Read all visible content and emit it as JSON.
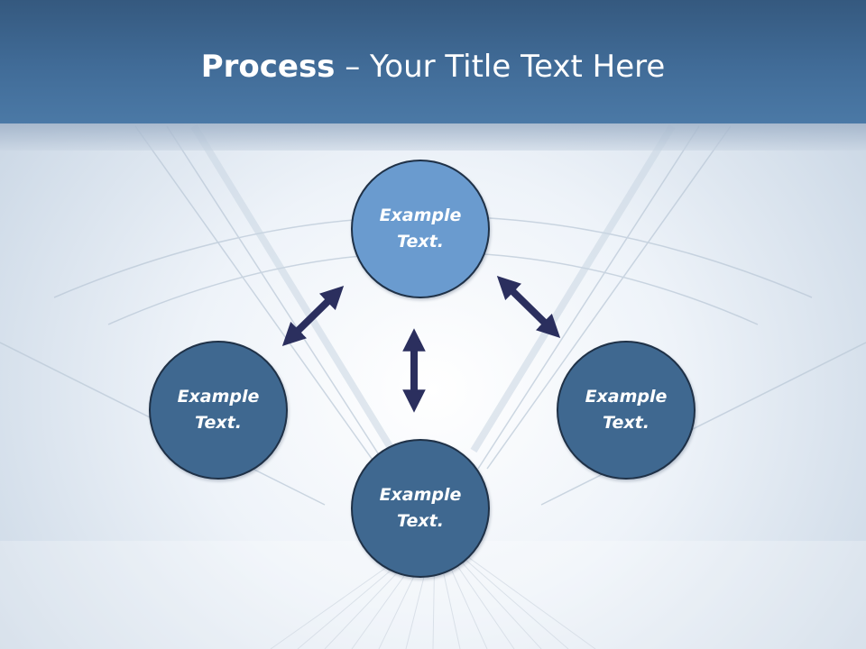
{
  "title": {
    "bold": "Process",
    "rest": " – Your Title Text Here"
  },
  "nodes": [
    {
      "id": "top",
      "text": "Example Text.",
      "color": "#6a9bcf"
    },
    {
      "id": "left",
      "text": "Example Text.",
      "color": "#3f6890"
    },
    {
      "id": "right",
      "text": "Example Text.",
      "color": "#3f6890"
    },
    {
      "id": "bottom",
      "text": "Example Text.",
      "color": "#3f6890"
    }
  ],
  "colors": {
    "header": "#416c98",
    "arrow": "#2b2f5e",
    "node_border": "#1f3147"
  }
}
